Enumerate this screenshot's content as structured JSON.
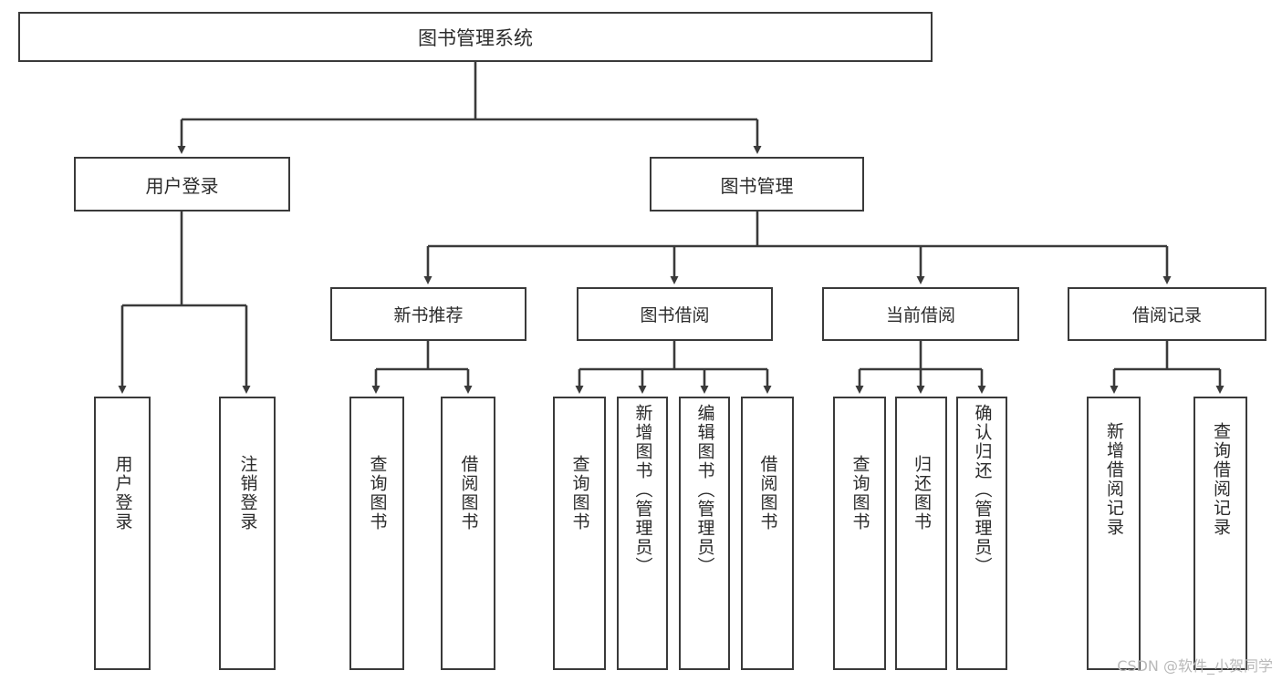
{
  "diagram": {
    "type": "tree-hierarchy",
    "root": {
      "id": "root",
      "label": "图书管理系统"
    },
    "level1": [
      {
        "id": "user-login",
        "label": "用户登录"
      },
      {
        "id": "book-manage",
        "label": "图书管理"
      }
    ],
    "level2": [
      {
        "id": "new-book-rec",
        "label": "新书推荐",
        "parent": "book-manage"
      },
      {
        "id": "book-borrow",
        "label": "图书借阅",
        "parent": "book-manage"
      },
      {
        "id": "current-borrow",
        "label": "当前借阅",
        "parent": "book-manage"
      },
      {
        "id": "borrow-record",
        "label": "借阅记录",
        "parent": "book-manage"
      }
    ],
    "leaves": [
      {
        "id": "leaf-user-login",
        "label": "用户登录",
        "parent": "user-login"
      },
      {
        "id": "leaf-logout",
        "label": "注销登录",
        "parent": "user-login"
      },
      {
        "id": "leaf-query-book-1",
        "label": "查询图书",
        "parent": "new-book-rec"
      },
      {
        "id": "leaf-borrow-book-1",
        "label": "借阅图书",
        "parent": "new-book-rec"
      },
      {
        "id": "leaf-query-book-2",
        "label": "查询图书",
        "parent": "book-borrow"
      },
      {
        "id": "leaf-add-book",
        "label": "新增图书（管理员）",
        "parent": "book-borrow"
      },
      {
        "id": "leaf-edit-book",
        "label": "编辑图书（管理员）",
        "parent": "book-borrow"
      },
      {
        "id": "leaf-borrow-book-2",
        "label": "借阅图书",
        "parent": "book-borrow"
      },
      {
        "id": "leaf-query-book-3",
        "label": "查询图书",
        "parent": "current-borrow"
      },
      {
        "id": "leaf-return-book",
        "label": "归还图书",
        "parent": "current-borrow"
      },
      {
        "id": "leaf-confirm-return",
        "label": "确认归还（管理员）",
        "parent": "current-borrow"
      },
      {
        "id": "leaf-add-record",
        "label": "新增借阅记录",
        "parent": "borrow-record"
      },
      {
        "id": "leaf-query-record",
        "label": "查询借阅记录",
        "parent": "borrow-record"
      }
    ]
  },
  "watermark": {
    "text": "CSDN @软件_小贺同学"
  },
  "colors": {
    "stroke": "#3a3a3a",
    "background": "#ffffff",
    "text": "#2b2b2b",
    "watermark": "#b9b9b9"
  }
}
